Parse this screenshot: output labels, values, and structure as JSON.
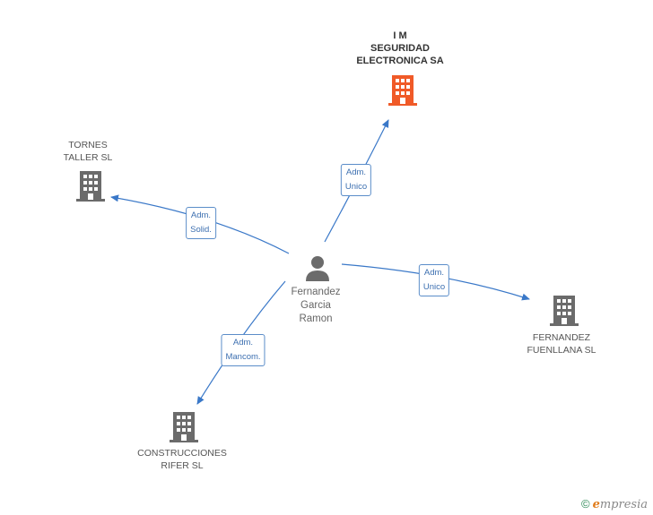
{
  "colors": {
    "edge": "#3a78c8",
    "main_node": "#f05a28",
    "node": "#6b6b6b",
    "label_border": "#5b8dc9"
  },
  "nodes": {
    "main": {
      "lines": [
        "I M",
        "SEGURIDAD",
        "ELECTRONICA SA"
      ],
      "icon": "building-icon"
    },
    "tornes": {
      "lines": [
        "TORNES",
        "TALLER SL"
      ],
      "icon": "building-icon"
    },
    "fernandez_fuenllana": {
      "lines": [
        "FERNANDEZ",
        "FUENLLANA SL"
      ],
      "icon": "building-icon"
    },
    "construcciones": {
      "lines": [
        "CONSTRUCCIONES",
        "RIFER SL"
      ],
      "icon": "building-icon"
    },
    "person": {
      "lines": [
        "Fernandez",
        "Garcia",
        "Ramon"
      ],
      "icon": "person-icon"
    }
  },
  "edges": [
    {
      "target": "main",
      "label": [
        "Adm.",
        "Unico"
      ]
    },
    {
      "target": "tornes",
      "label": [
        "Adm.",
        "Solid."
      ]
    },
    {
      "target": "fernandez_fuenllana",
      "label": [
        "Adm.",
        "Unico"
      ]
    },
    {
      "target": "construcciones",
      "label": [
        "Adm.",
        "Mancom."
      ]
    }
  ],
  "footer": {
    "copyright": "©",
    "brand_initial": "e",
    "brand_rest": "mpresia"
  }
}
